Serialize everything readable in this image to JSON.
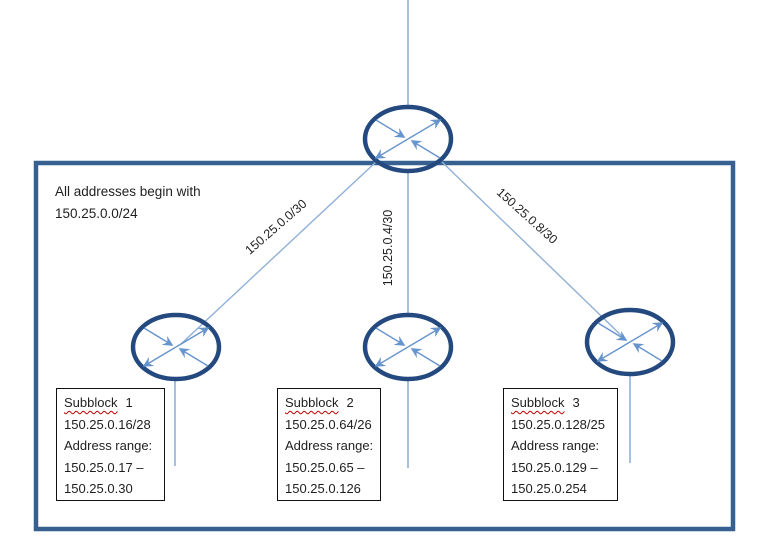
{
  "note": {
    "line1": "All addresses begin with",
    "line2": "150.25.0.0/24"
  },
  "links": [
    {
      "label": "150.25.0.0/30"
    },
    {
      "label": "150.25.0.4/30"
    },
    {
      "label": "150.25.0.8/30"
    }
  ],
  "subblocks": [
    {
      "title_word": "Subblock",
      "title_num": "1",
      "cidr": "150.25.0.16/28",
      "range_label": "Address range:",
      "range_from": "150.25.0.17 –",
      "range_to": "150.25.0.30"
    },
    {
      "title_word": "Subblock",
      "title_num": "2",
      "cidr": "150.25.0.64/26",
      "range_label": "Address range:",
      "range_from": "150.25.0.65 –",
      "range_to": "150.25.0.126"
    },
    {
      "title_word": "Subblock",
      "title_num": "3",
      "cidr": "150.25.0.128/25",
      "range_label": "Address range:",
      "range_from": "150.25.0.129 –",
      "range_to": "150.25.0.254"
    }
  ],
  "icons": {
    "router": "router-icon (ellipse with crossed arrows)"
  },
  "colors": {
    "frame": "#36608F",
    "router": "#24497E",
    "link": "#8FB0D7",
    "arrow": "#6694CC",
    "squiggle": "#C00000",
    "ink": "#1F1F1F"
  }
}
